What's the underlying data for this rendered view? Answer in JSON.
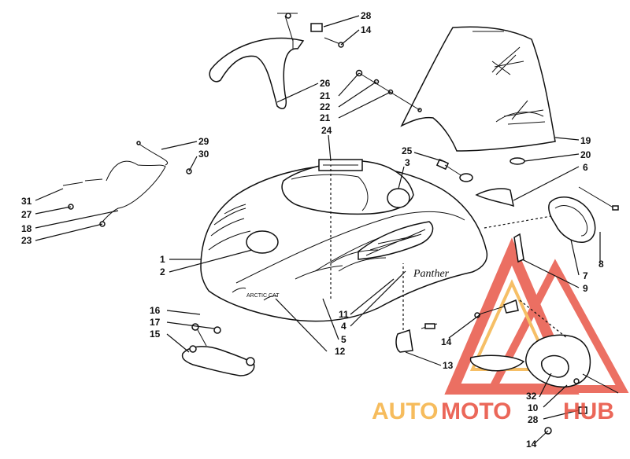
{
  "diagram": {
    "callouts": [
      {
        "id": "c28a",
        "label": "28"
      },
      {
        "id": "c14a",
        "label": "14"
      },
      {
        "id": "c26",
        "label": "26"
      },
      {
        "id": "c21a",
        "label": "21"
      },
      {
        "id": "c22",
        "label": "22"
      },
      {
        "id": "c21b",
        "label": "21"
      },
      {
        "id": "c24",
        "label": "24"
      },
      {
        "id": "c29",
        "label": "29"
      },
      {
        "id": "c30",
        "label": "30"
      },
      {
        "id": "c25",
        "label": "25"
      },
      {
        "id": "c3",
        "label": "3"
      },
      {
        "id": "c19",
        "label": "19"
      },
      {
        "id": "c20",
        "label": "20"
      },
      {
        "id": "c6",
        "label": "6"
      },
      {
        "id": "c31",
        "label": "31"
      },
      {
        "id": "c27",
        "label": "27"
      },
      {
        "id": "c18",
        "label": "18"
      },
      {
        "id": "c23",
        "label": "23"
      },
      {
        "id": "c1",
        "label": "1"
      },
      {
        "id": "c2",
        "label": "2"
      },
      {
        "id": "c8",
        "label": "8"
      },
      {
        "id": "c7",
        "label": "7"
      },
      {
        "id": "c9",
        "label": "9"
      },
      {
        "id": "c16",
        "label": "16"
      },
      {
        "id": "c17",
        "label": "17"
      },
      {
        "id": "c15",
        "label": "15"
      },
      {
        "id": "c11",
        "label": "11"
      },
      {
        "id": "c4",
        "label": "4"
      },
      {
        "id": "c5",
        "label": "5"
      },
      {
        "id": "c12",
        "label": "12"
      },
      {
        "id": "c14b",
        "label": "14"
      },
      {
        "id": "c13",
        "label": "13"
      },
      {
        "id": "c32",
        "label": "32"
      },
      {
        "id": "c10",
        "label": "10"
      },
      {
        "id": "c28b",
        "label": "28"
      },
      {
        "id": "c14c",
        "label": "14"
      }
    ],
    "decals": {
      "side_logo": "Panther",
      "front_logo": "ARCTIC CAT"
    },
    "watermark": {
      "part1": "AUTO",
      "part2": "MOTO",
      "part3": "HUB",
      "color_orange": "#f5b041",
      "color_red": "#e74c3c"
    }
  }
}
